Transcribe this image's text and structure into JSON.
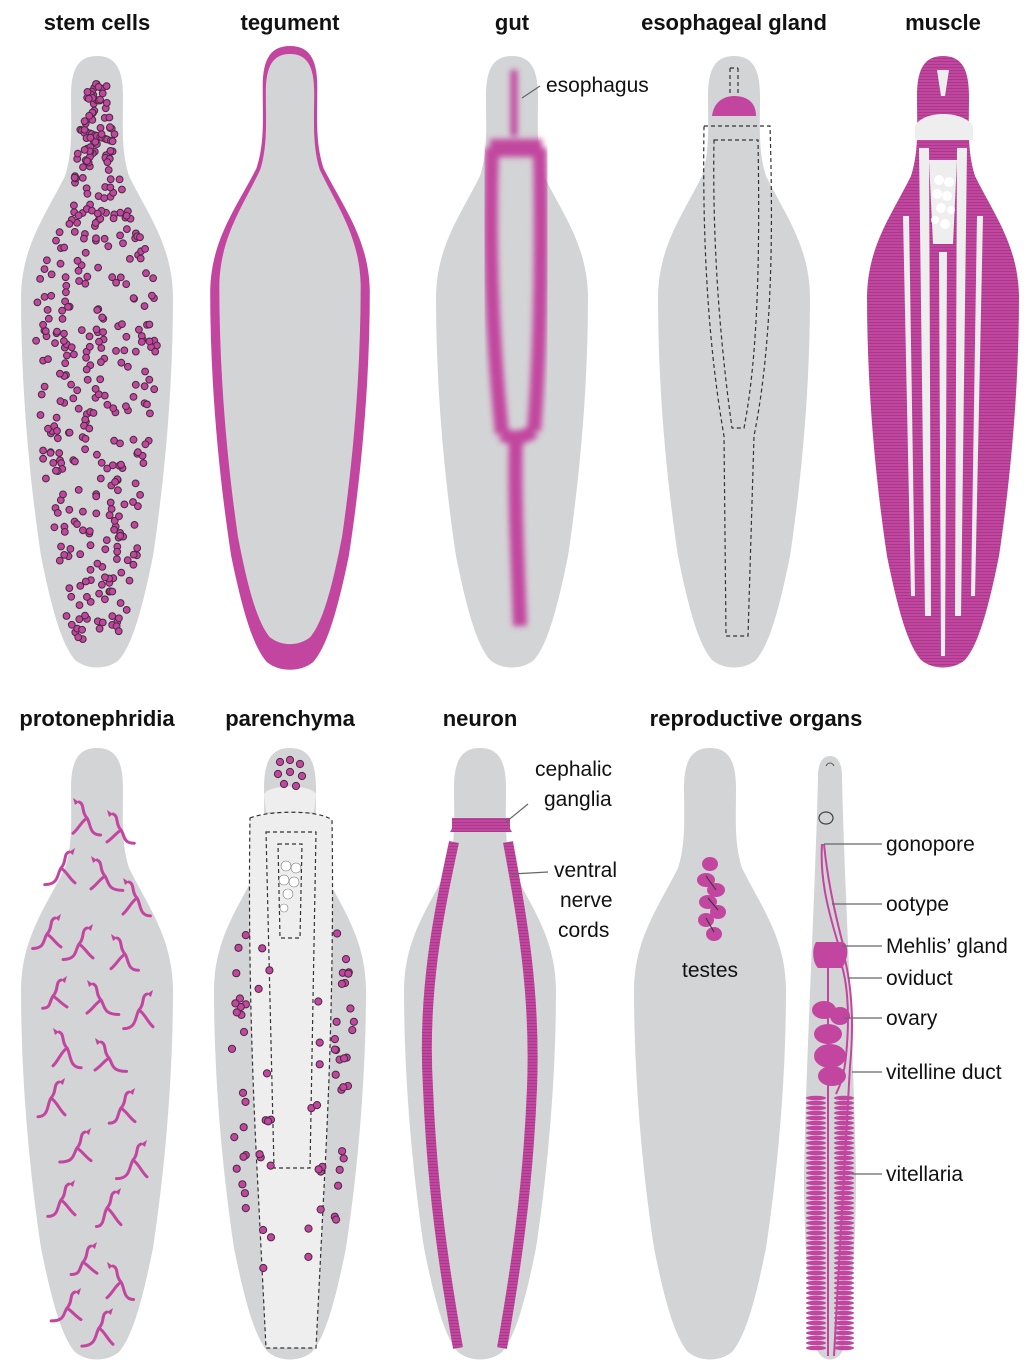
{
  "colors": {
    "magenta": "#c2469f",
    "body_gray": "#d3d4d6",
    "light": "#eeeeee",
    "dots_outline": "#4a2a40"
  },
  "panels": {
    "stem_cells": {
      "title": "stem cells"
    },
    "tegument": {
      "title": "tegument"
    },
    "gut": {
      "title": "gut",
      "labels": {
        "esophagus": "esophagus"
      }
    },
    "esophageal_gland": {
      "title": "esophageal gland"
    },
    "muscle": {
      "title": "muscle"
    },
    "protonephridia": {
      "title": "protonephridia"
    },
    "parenchyma": {
      "title": "parenchyma"
    },
    "neuron": {
      "title": "neuron",
      "labels": {
        "cephalic_1": "cephalic",
        "cephalic_2": "ganglia",
        "ventral_1": "ventral",
        "ventral_2": "nerve",
        "ventral_3": "cords"
      }
    },
    "reproductive_organs": {
      "title": "reproductive organs",
      "labels": {
        "testes": "testes",
        "gonopore": "gonopore",
        "ootype": "ootype",
        "mehlis_gland": "Mehlis’ gland",
        "oviduct": "oviduct",
        "ovary": "ovary",
        "vitelline_duct": "vitelline duct",
        "vitellaria": "vitellaria"
      }
    }
  }
}
